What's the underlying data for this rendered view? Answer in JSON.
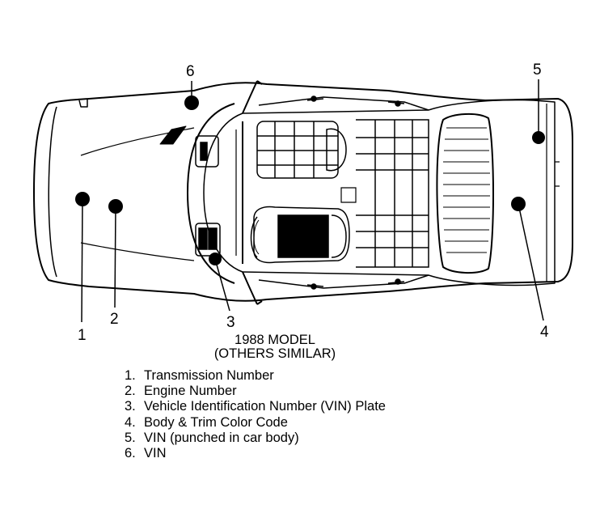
{
  "caption": {
    "line1": "1988 MODEL",
    "line2": "(OTHERS SIMILAR)"
  },
  "callouts": [
    "1",
    "2",
    "3",
    "4",
    "5",
    "6"
  ],
  "legend": [
    {
      "num": "1.",
      "text": "Transmission Number"
    },
    {
      "num": "2.",
      "text": "Engine Number"
    },
    {
      "num": "3.",
      "text": "Vehicle Identification Number (VIN) Plate"
    },
    {
      "num": "4.",
      "text": "Body & Trim Color Code"
    },
    {
      "num": "5.",
      "text": "VIN (punched in car body)"
    },
    {
      "num": "6.",
      "text": "VIN"
    }
  ],
  "colors": {
    "ink": "#000000",
    "paper": "#ffffff"
  }
}
